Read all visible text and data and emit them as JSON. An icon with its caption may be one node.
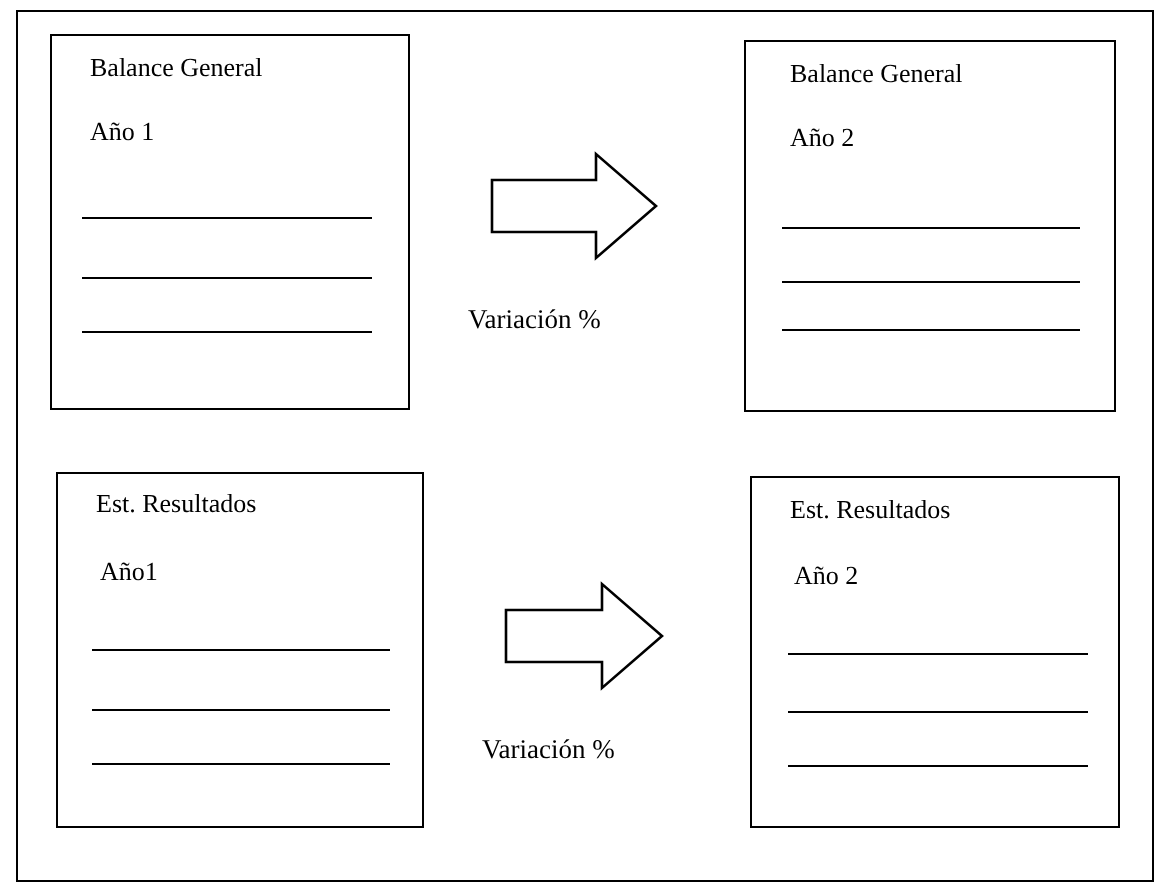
{
  "diagram": {
    "nodes": [
      {
        "text": [
          "Balance General",
          "Año 1"
        ]
      },
      {
        "text": [
          "Balance General",
          "Año 2"
        ]
      },
      {
        "text": [
          "Est. Resultados",
          "Año1"
        ]
      },
      {
        "text": [
          "Est. Resultados",
          "Año 2"
        ]
      }
    ],
    "edges": [
      {
        "from": 0,
        "to": 1,
        "arrow": "to",
        "label": "Variación %"
      },
      {
        "from": 2,
        "to": 3,
        "arrow": "to",
        "label": "Variación %"
      }
    ]
  }
}
